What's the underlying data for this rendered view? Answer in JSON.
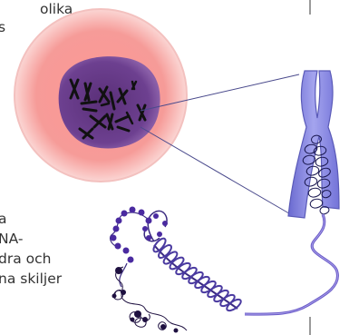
{
  "text": {
    "top_line_1": "olika",
    "top_line_2": "s",
    "bottom_line_1": "a",
    "bottom_line_2": "NA-",
    "bottom_line_3": "dra och",
    "bottom_line_4": "na skiljer"
  },
  "colors": {
    "cell_outer": "#f7b3b0",
    "cell_inner": "#ef8e8c",
    "nucleus": "#6b3c87",
    "chromosome": "#8c8cdc",
    "chromosome_dark": "#3b3b8a",
    "dna": "#5b3aa8",
    "chromatin": "#1e1040"
  }
}
